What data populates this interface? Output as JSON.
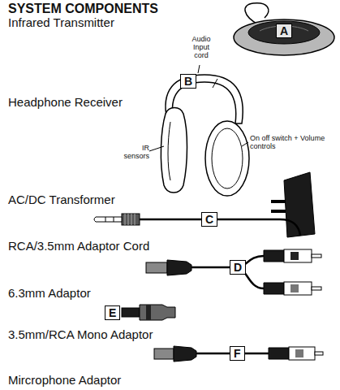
{
  "diagram": {
    "title": "SYSTEM COMPONENTS",
    "nodes": [
      {
        "text": [
          "A"
        ]
      },
      {
        "text": [
          "B"
        ]
      },
      {
        "text": [
          "C"
        ]
      },
      {
        "text": [
          "D"
        ]
      },
      {
        "text": [
          "E"
        ]
      },
      {
        "text": [
          "F"
        ]
      }
    ],
    "labels": [
      "Infrared Transmitter",
      "Audio Input cord",
      "Headphone Receiver",
      "On off switch + Volume controls",
      "IR sensors",
      "AC/DC Transformer",
      "RCA/3.5mm Adaptor Cord",
      "6.3mm Adaptor",
      "3.5mm/RCA Mono Adaptor",
      "Mircrophone Adaptor"
    ]
  }
}
